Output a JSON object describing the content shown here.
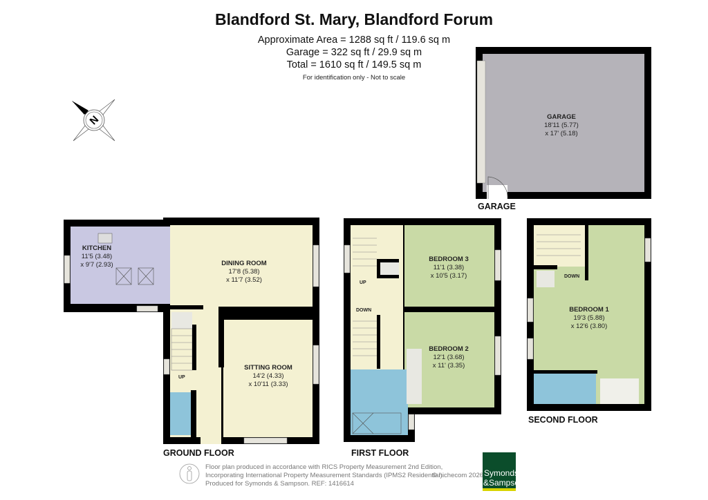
{
  "header": {
    "title": "Blandford St. Mary, Blandford Forum",
    "areas": [
      "Approximate Area = 1288 sq ft / 119.6 sq m",
      "Garage = 322 sq ft / 29.9 sq m",
      "Total = 1610 sq ft / 149.5 sq m"
    ],
    "disclaimer": "For identification only - Not to scale"
  },
  "compass": {
    "icon": "north-compass-icon",
    "letter": "N"
  },
  "colors": {
    "kitchen": "#c9c8e2",
    "living": "#f4f1d2",
    "bathroom": "#8ec4da",
    "bedroom": "#c9daa6",
    "garage": "#b5b3b9",
    "walls": "#000000",
    "brand": "#0b4d2b",
    "brand_accent": "#d8d400"
  },
  "garage": {
    "floor_label": "GARAGE",
    "room": {
      "name": "GARAGE",
      "dim1": "18'11 (5.77)",
      "dim2": "x 17' (5.18)"
    }
  },
  "ground_floor": {
    "label": "GROUND FLOOR",
    "kitchen": {
      "name": "KITCHEN",
      "dim1": "11'5 (3.48)",
      "dim2": "x 9'7 (2.93)"
    },
    "dining": {
      "name": "DINING ROOM",
      "dim1": "17'8 (5.38)",
      "dim2": "x 11'7 (3.52)"
    },
    "sitting": {
      "name": "SITTING ROOM",
      "dim1": "14'2 (4.33)",
      "dim2": "x 10'11 (3.33)"
    },
    "stairs": "UP"
  },
  "first_floor": {
    "label": "FIRST FLOOR",
    "bedroom3": {
      "name": "BEDROOM 3",
      "dim1": "11'1 (3.38)",
      "dim2": "x 10'5 (3.17)"
    },
    "bedroom2": {
      "name": "BEDROOM 2",
      "dim1": "12'1 (3.68)",
      "dim2": "x 11' (3.35)"
    },
    "stairs_up": "UP",
    "stairs_down": "DOWN"
  },
  "second_floor": {
    "label": "SECOND FLOOR",
    "bedroom1": {
      "name": "BEDROOM 1",
      "dim1": "19'3 (5.88)",
      "dim2": "x 12'6 (3.80)"
    },
    "stairs_down": "DOWN"
  },
  "footer": {
    "lines": [
      "Floor plan produced in accordance with RICS Property Measurement 2nd Edition,",
      "Incorporating International Property Measurement Standards (IPMS2 Residential).",
      "Produced for Symonds & Sampson.   REF:  1416614"
    ],
    "copyright": "© nichecom 2026.",
    "logo_line1": "Symonds",
    "logo_line2": "&Sampson"
  }
}
